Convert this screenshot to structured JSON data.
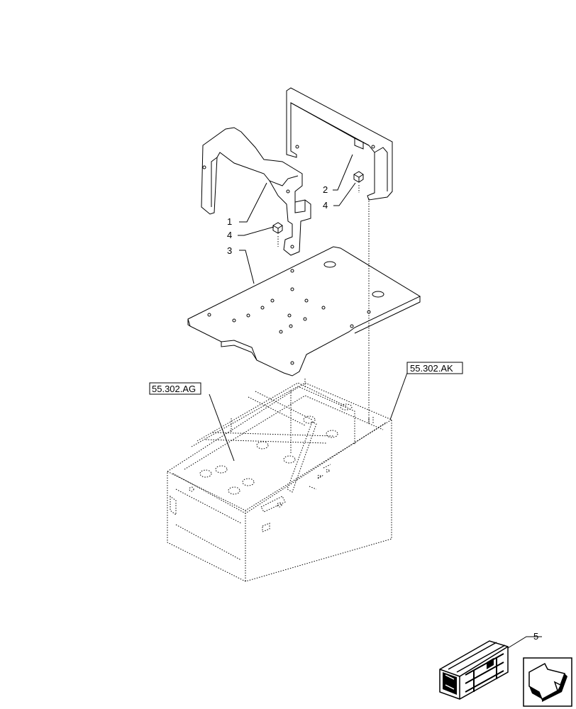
{
  "callouts": [
    {
      "id": "1",
      "label": "1"
    },
    {
      "id": "2",
      "label": "2"
    },
    {
      "id": "3",
      "label": "3"
    },
    {
      "id": "4a",
      "label": "4"
    },
    {
      "id": "4b",
      "label": "4"
    },
    {
      "id": "5",
      "label": "5"
    }
  ],
  "references": [
    {
      "id": "ag",
      "label": "55.302.AG"
    },
    {
      "id": "ak",
      "label": "55.302.AK"
    }
  ],
  "icons": {
    "crate": "shipping-crate-icon",
    "next_page": "next-page-arrow-icon"
  }
}
